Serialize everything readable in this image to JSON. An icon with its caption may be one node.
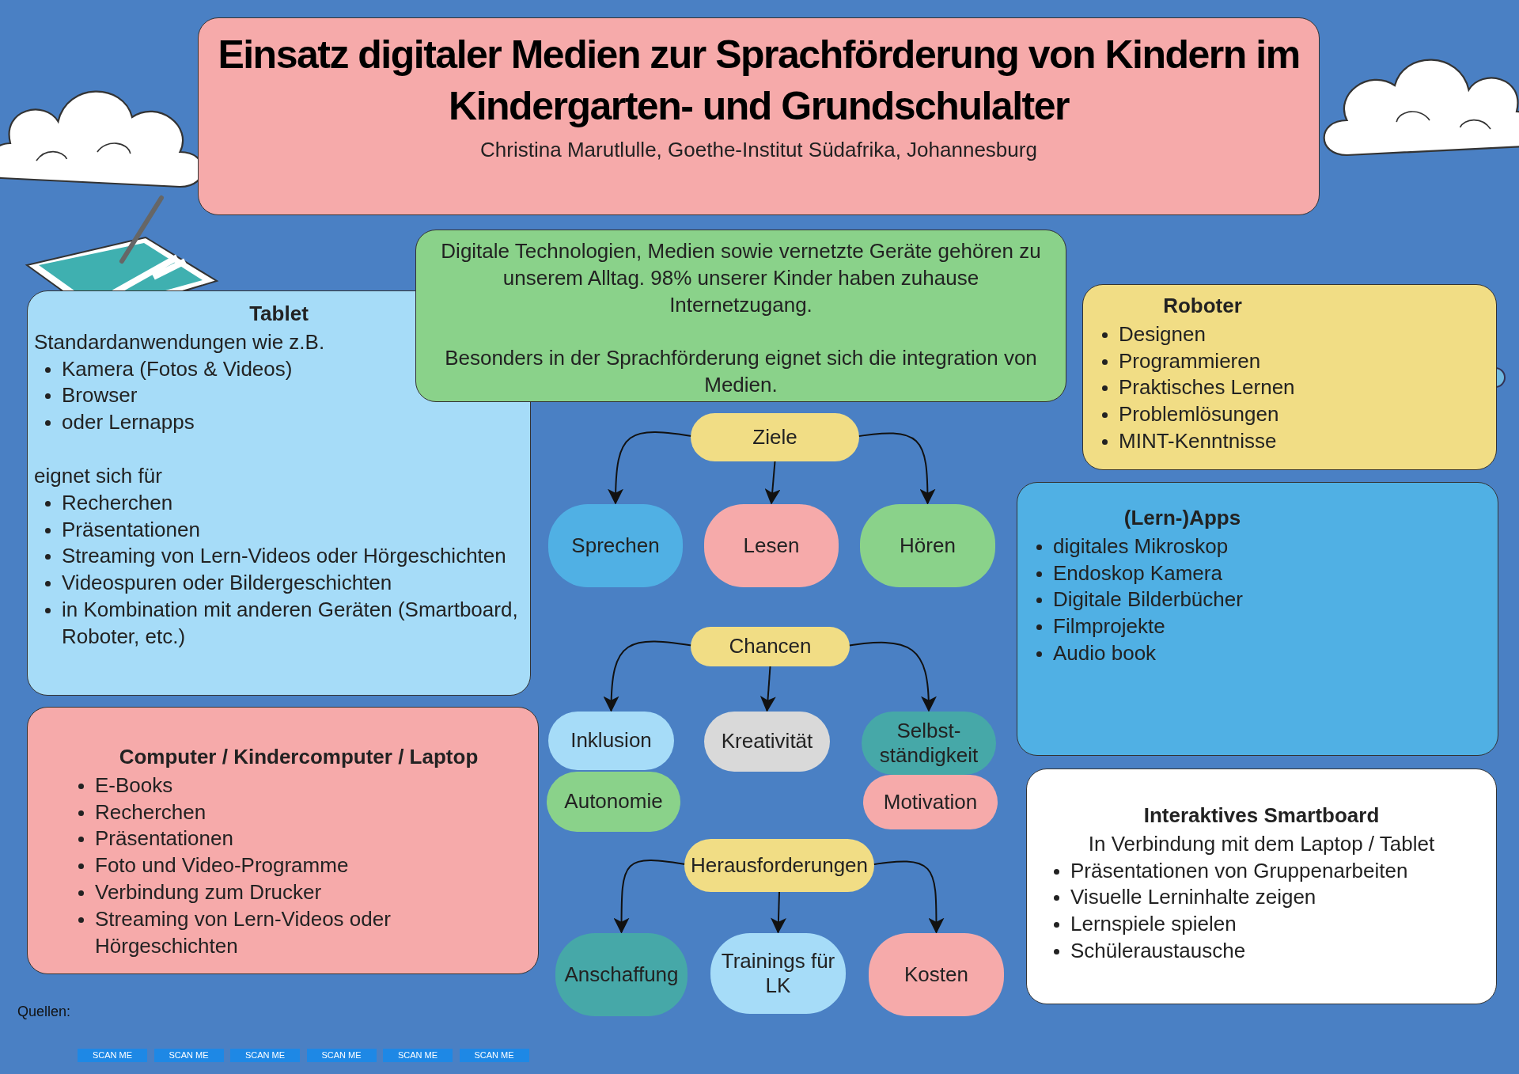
{
  "diagram": {
    "nodes": [
      {
        "text": [
          "Einsatz digitaler Medien zur Sprachförderung von Kindern im Kindergarten- und Grundschulalter",
          "Christina Marutlulle, Goethe-Institut Südafrika, Johannesburg"
        ]
      },
      {
        "text": [
          "Tablet",
          "Standardanwendungen wie z.B.",
          "Kamera (Fotos & Videos)",
          "Browser",
          "oder Lernapps",
          "eignet sich für",
          "Recherchen",
          "Präsentationen",
          "Streaming von Lern-Videos oder Hörgeschichten",
          "Videospuren oder Bildergeschichten",
          "in Kombination mit anderen Geräten (Smartboard, Roboter, etc.)"
        ]
      },
      {
        "text": [
          "Digitale Technologien, Medien sowie vernetzte Geräte gehören zu unserem Alltag. 98% unserer Kinder haben zuhause Internetzugang.",
          "Besonders in der Sprachförderung eignet sich die integration von Medien."
        ]
      },
      {
        "text": [
          "Roboter",
          "Designen",
          "Programmieren",
          "Praktisches Lernen",
          "Problemlösungen",
          "MINT-Kenntnisse"
        ]
      },
      {
        "text": [
          "(Lern-)Apps",
          "digitales Mikroskop",
          "Endoskop Kamera",
          "Digitale Bilderbücher",
          "Filmprojekte",
          "Audio book"
        ]
      },
      {
        "text": [
          "Computer / Kindercomputer / Laptop",
          "E-Books",
          "Recherchen",
          "Präsentationen",
          "Foto und Video-Programme",
          "Verbindung zum Drucker",
          "Streaming von Lern-Videos oder Hörgeschichten"
        ]
      },
      {
        "text": [
          "Interaktives Smartboard",
          "In Verbindung mit dem Laptop / Tablet",
          "Präsentationen von Gruppenarbeiten",
          "Visuelle Lerninhalte zeigen",
          "Lernspiele spielen",
          "Schüleraustausche"
        ]
      },
      {
        "text": [
          "Ziele"
        ]
      },
      {
        "text": [
          "Sprechen"
        ]
      },
      {
        "text": [
          "Lesen"
        ]
      },
      {
        "text": [
          "Hören"
        ]
      },
      {
        "text": [
          "Chancen"
        ]
      },
      {
        "text": [
          "Inklusion"
        ]
      },
      {
        "text": [
          "Kreativität"
        ]
      },
      {
        "text": [
          "Selbst- ständigkeit"
        ]
      },
      {
        "text": [
          "Autonomie"
        ]
      },
      {
        "text": [
          "Motivation"
        ]
      },
      {
        "text": [
          "Herausforderungen"
        ]
      },
      {
        "text": [
          "Anschaffung"
        ]
      },
      {
        "text": [
          "Trainings für LK"
        ]
      },
      {
        "text": [
          "Kosten"
        ]
      }
    ],
    "edges": [
      {
        "from": 7,
        "to": 8,
        "arrow": "to"
      },
      {
        "from": 7,
        "to": 9,
        "arrow": "to"
      },
      {
        "from": 7,
        "to": 10,
        "arrow": "to"
      },
      {
        "from": 11,
        "to": 12,
        "arrow": "to"
      },
      {
        "from": 11,
        "to": 13,
        "arrow": "to"
      },
      {
        "from": 11,
        "to": 14,
        "arrow": "to"
      },
      {
        "from": 17,
        "to": 18,
        "arrow": "to"
      },
      {
        "from": 17,
        "to": 19,
        "arrow": "to"
      },
      {
        "from": 17,
        "to": 20,
        "arrow": "to"
      }
    ],
    "labels": [
      "Quellen:",
      "SCAN ME",
      "SCAN ME",
      "SCAN ME",
      "SCAN ME",
      "SCAN ME",
      "SCAN ME"
    ]
  }
}
